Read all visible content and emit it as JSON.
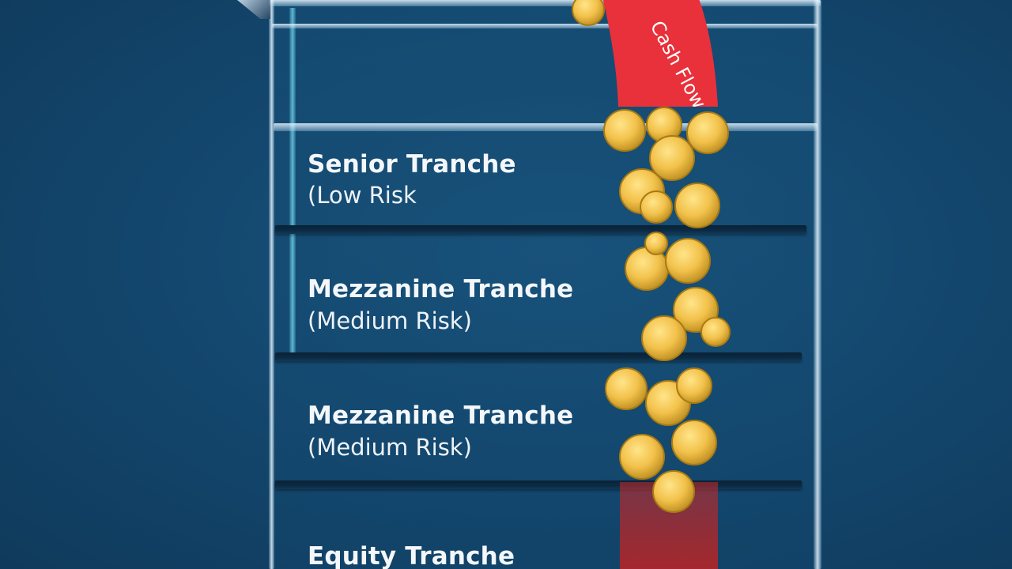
{
  "banner": {
    "label": "Cash Flow",
    "color": "#e8313a"
  },
  "tranches": [
    {
      "name": "Senior Tranche",
      "risk": "(Low Risk"
    },
    {
      "name": "Mezzanine Tranche",
      "risk": "(Medium Risk)"
    },
    {
      "name": "Mezzanine Tranche",
      "risk": "(Medium Risk)"
    },
    {
      "name": "Equity Tranche",
      "risk": ""
    }
  ],
  "colors": {
    "background": "#13456b",
    "coin": "#f2c14a",
    "text": "#f4f7fa",
    "shelf": "#0b2a42"
  },
  "icons": [
    "coin-icon",
    "cash-flow-ribbon"
  ]
}
